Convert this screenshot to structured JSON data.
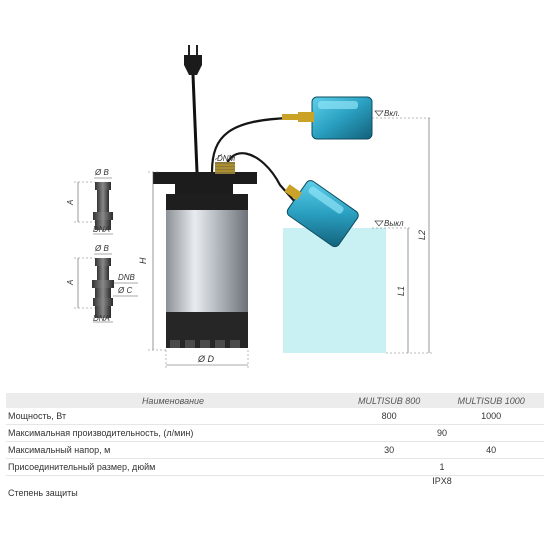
{
  "diagram": {
    "labels": {
      "b_top": "Ø B",
      "a_top": "A",
      "dna_top": "DNA",
      "b_bottom": "Ø B",
      "a_bottom": "A",
      "dnb": "DNB",
      "c": "Ø C",
      "dna_bottom": "DNA",
      "dnm": "DNM",
      "h": "H",
      "d": "Ø D",
      "on": "Вкл.",
      "off": "Выкл",
      "l1": "L1",
      "l2": "L2"
    },
    "colors": {
      "pump_steel": "#c9cdd2",
      "pump_dark": "#2b2b2b",
      "float": "#2a9fc0",
      "water": "#bfeef2",
      "brass": "#c9a227"
    }
  },
  "spec": {
    "headers": {
      "name": "Наименование",
      "model_a": "MULTISUB 800",
      "model_b": "MULTISUB 1000"
    },
    "rows": [
      {
        "label": "Мощность, Вт",
        "a": "800",
        "b": "1000"
      },
      {
        "label": "Максимальная производительность, (л/мин)",
        "merged": "90"
      },
      {
        "label": "Максимальный напор, м",
        "a": "30",
        "b": "40"
      },
      {
        "label": "Присоединительный размер, дюйм",
        "merged": "1"
      },
      {
        "label": "Степень защиты",
        "merged": "IPX8"
      }
    ]
  }
}
